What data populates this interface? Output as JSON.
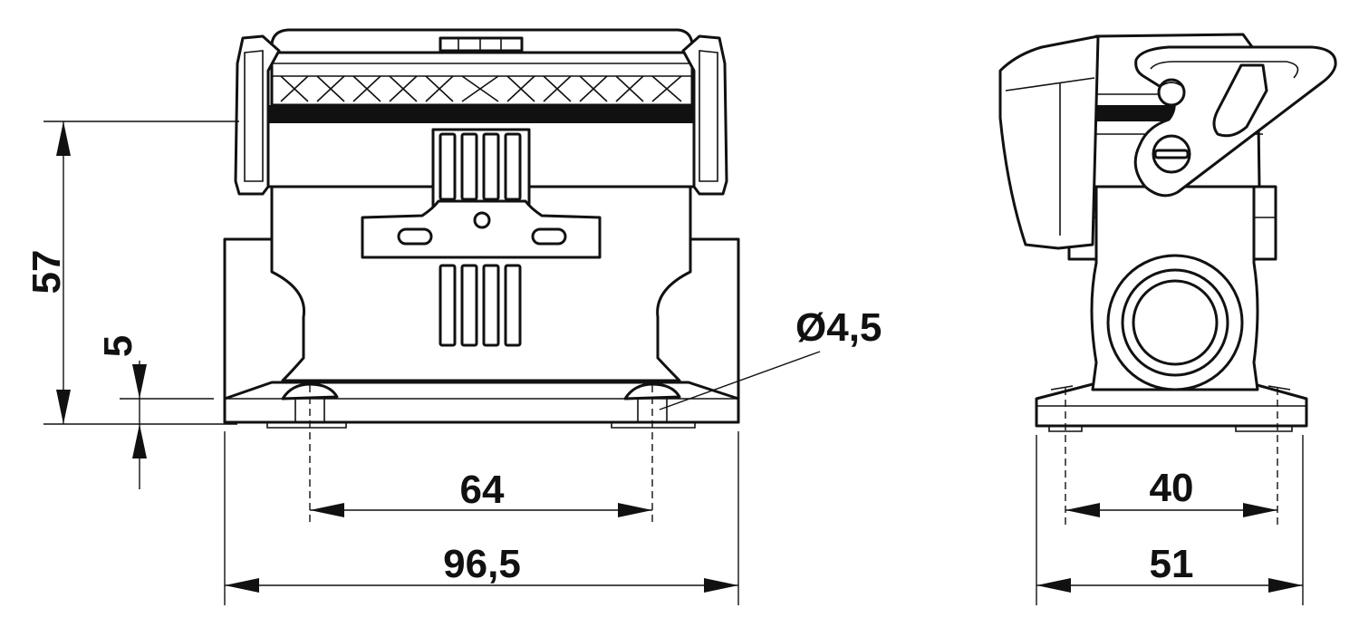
{
  "dimensions": {
    "height_total": "57",
    "flange_height": "5",
    "hole_diameter": "Ø4,5",
    "hole_spacing_front": "64",
    "width_front": "96,5",
    "hole_spacing_side": "40",
    "width_side": "51"
  }
}
